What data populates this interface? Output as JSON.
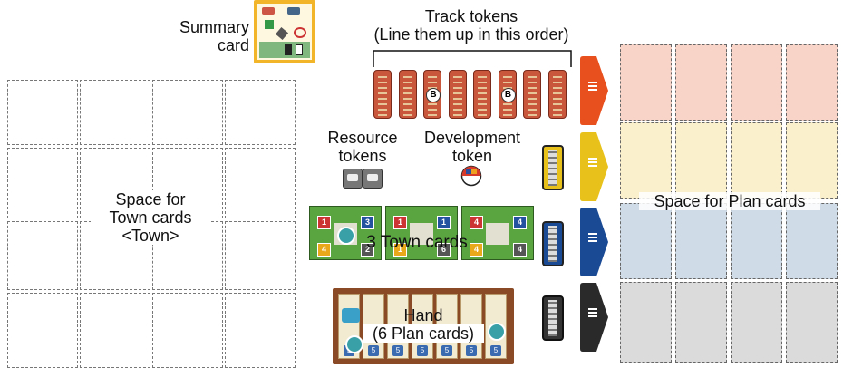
{
  "labels": {
    "summary": [
      "Summary",
      "card"
    ],
    "track": [
      "Track tokens",
      "(Line them up in this order)"
    ],
    "resource": [
      "Resource",
      "tokens"
    ],
    "development": [
      "Development",
      "token"
    ],
    "town_space": [
      "Space for",
      "Town cards",
      "<Town>"
    ],
    "town_cards": "3 Town cards",
    "plan_space": "Space for Plan cards",
    "hand": [
      "Hand",
      "(6 Plan cards)"
    ]
  },
  "track_tokens": [
    "",
    "",
    "B",
    "",
    "",
    "B",
    "",
    ""
  ],
  "line_tabs": [
    {
      "name": "Red",
      "color": "#e8501e"
    },
    {
      "name": "Yellow",
      "color": "#e8c21a"
    },
    {
      "name": "Blue",
      "color": "#1a4a94"
    },
    {
      "name": "Black",
      "color": "#2a2a2a"
    }
  ],
  "plan_rows": [
    {
      "color": "#f7d3c8"
    },
    {
      "color": "#fbf0cc"
    },
    {
      "color": "#cfdbe7"
    },
    {
      "color": "#dbdbdb"
    }
  ],
  "town_card_numbers": [
    [
      "1",
      "3",
      "4",
      "2"
    ],
    [
      "1",
      "1",
      "1",
      "6"
    ],
    [
      "4",
      "4",
      "4",
      "4"
    ]
  ],
  "hand_stars": [
    "5",
    "5",
    "5",
    "5",
    "5",
    "5",
    "5"
  ]
}
